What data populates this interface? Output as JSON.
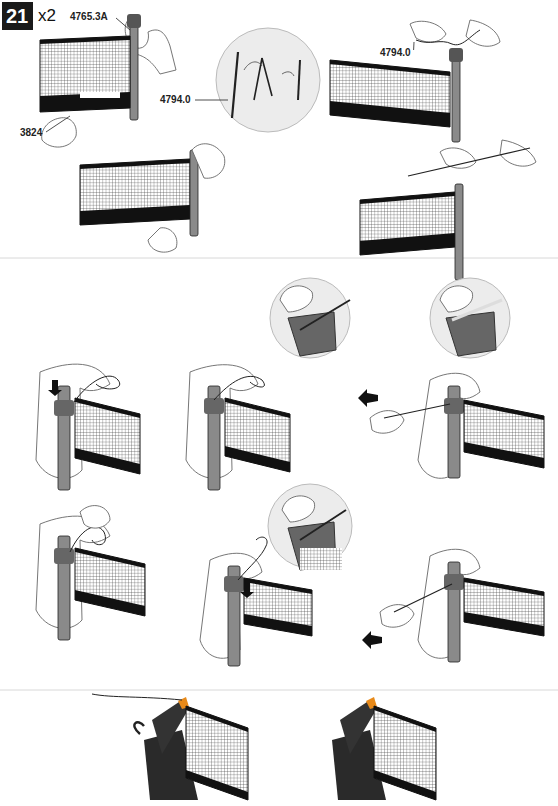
{
  "diagram": {
    "nodes": [
      {
        "text": [
          "21"
        ]
      }
    ],
    "labels": [
      "x2",
      "4765.3A",
      "3824",
      "4794.0",
      "4794.0"
    ]
  }
}
